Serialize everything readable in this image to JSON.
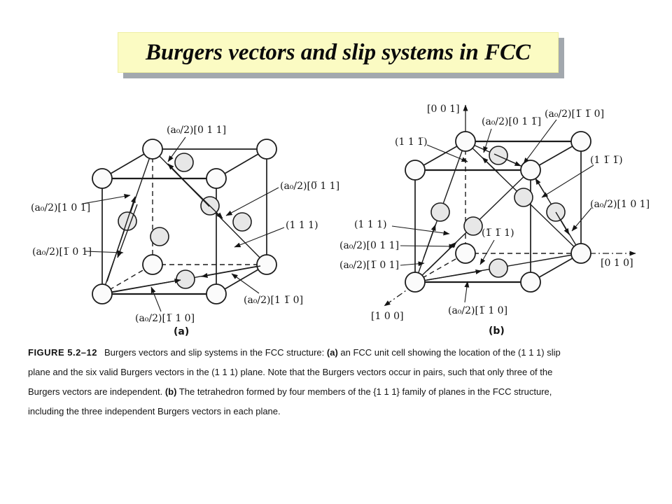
{
  "slide": {
    "title": "Burgers vectors and slip systems in FCC"
  },
  "figure": {
    "a": {
      "sublabel": "(a)",
      "labels": {
        "b011": "(a₀/2)[0 1 1]",
        "b101bar": "(a₀/2)[1 0 1̅]",
        "b1bar01": "(a₀/2)[1̅ 0 1]",
        "b0bar11": "(a₀/2)[0̅ 1 1]",
        "plane111": "(1 1 1)",
        "b11bar0": "(a₀/2)[1 1̅ 0]",
        "b1bar10": "(a₀/2)[1̅ 1 0]"
      }
    },
    "b": {
      "sublabel": "(b)",
      "axes": {
        "z": "[0 0 1]",
        "y": "[0 1 0]",
        "x": "[1 0 0]"
      },
      "labels": {
        "plane111bar": "(1 1 1̅)",
        "b011bar": "(a₀/2)[0 1 1̅]",
        "b1bar1bar0": "(a₀/2)[1̅ 1̅ 0]",
        "plane11bar1bar": "(1 1̅ 1̅)",
        "b101": "(a₀/2)[1 0 1]",
        "plane111": "(1 1 1)",
        "b011": "(a₀/2)[0 1 1]",
        "b1bar01": "(a₀/2)[1̅ 0 1]",
        "plane1bar1bar1": "(1̅ 1̅ 1)",
        "b1bar10": "(a₀/2)[1̅ 1 0]"
      }
    }
  },
  "caption": {
    "figure_label": "FIGURE 5.2–12",
    "line1_pre": "Burgers vectors and slip systems in the FCC structure: ",
    "line1_a": "(a)",
    "line1_post": " an FCC unit cell showing the location of the (1 1 1) slip",
    "line2": "plane and the six valid Burgers vectors in the (1 1 1) plane. Note that the Burgers vectors occur in pairs, such that only three of the",
    "line3_pre": "Burgers vectors are independent. ",
    "line3_b": "(b)",
    "line3_post": " The tetrahedron formed by four members of the {1 1 1} family of planes in the FCC structure,",
    "line4": "including the three independent Burgers vectors in each plane."
  }
}
